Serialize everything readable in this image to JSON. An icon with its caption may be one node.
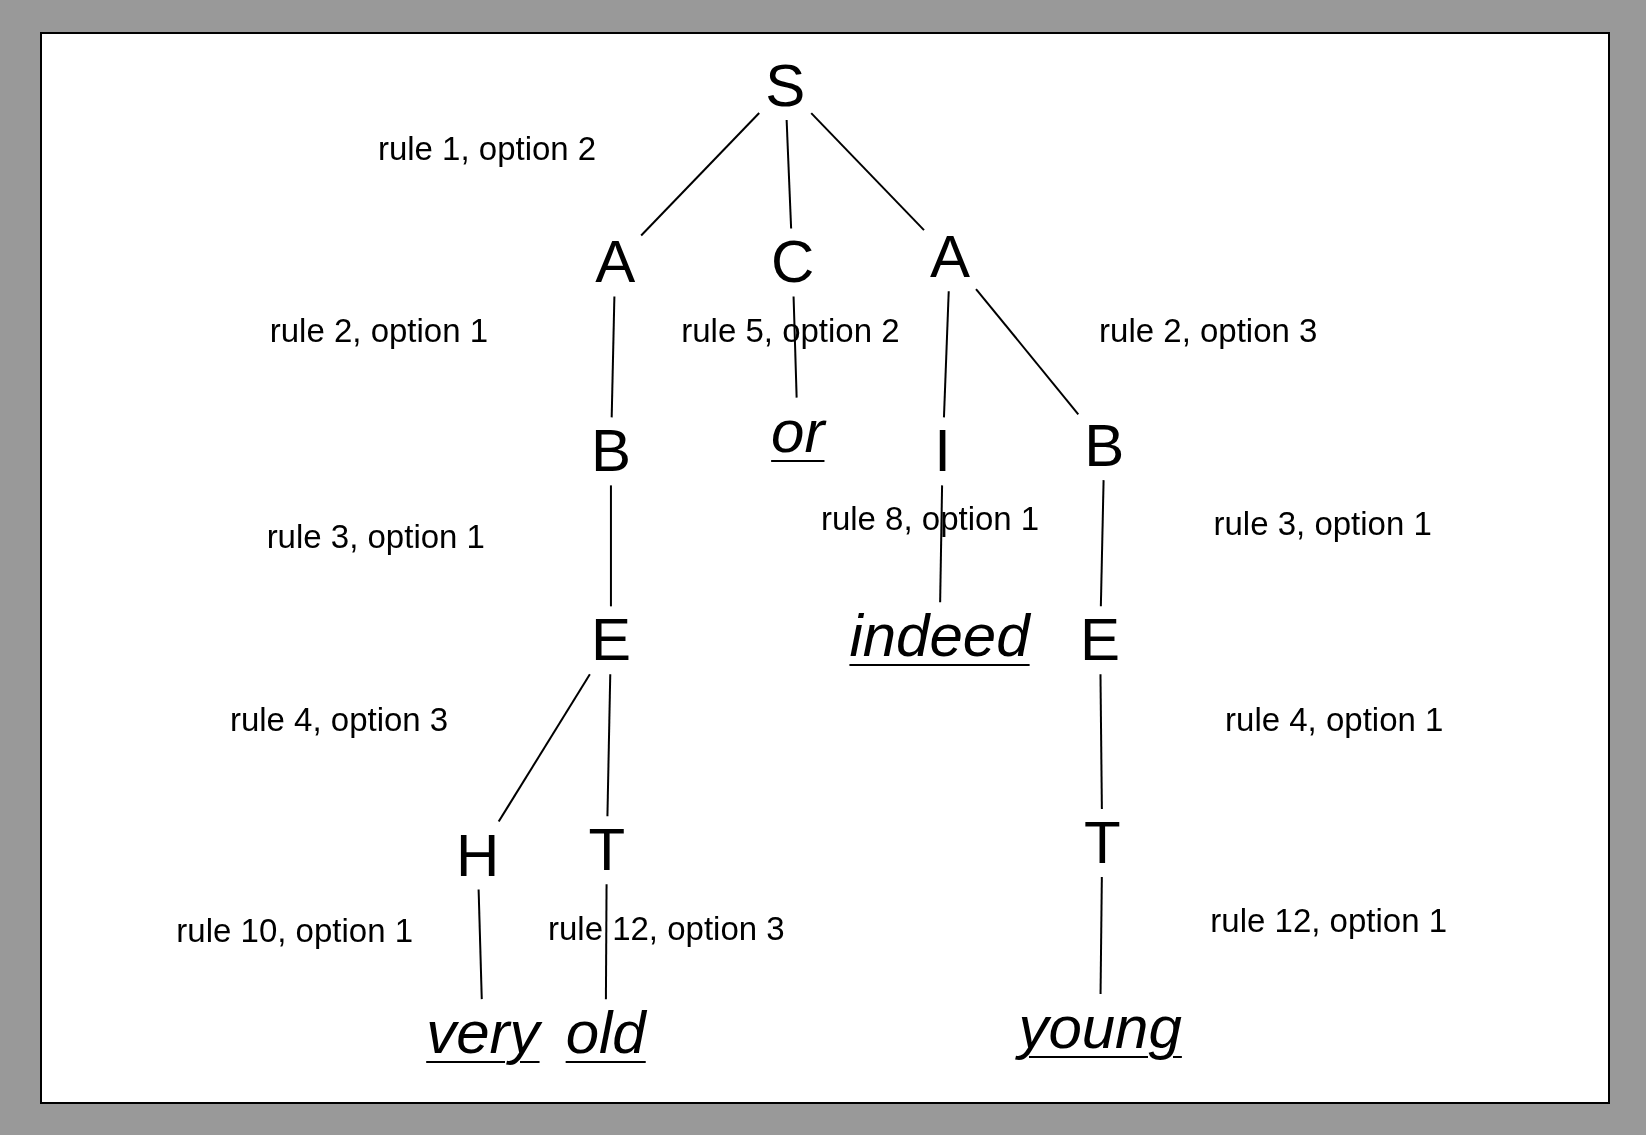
{
  "diagram": {
    "nodes": [
      {
        "text": [
          "S"
        ]
      },
      {
        "text": [
          "A"
        ]
      },
      {
        "text": [
          "C"
        ]
      },
      {
        "text": [
          "A"
        ]
      },
      {
        "text": [
          "B"
        ]
      },
      {
        "text": [
          "or"
        ]
      },
      {
        "text": [
          "I"
        ]
      },
      {
        "text": [
          "B"
        ]
      },
      {
        "text": [
          "E"
        ]
      },
      {
        "text": [
          "indeed"
        ]
      },
      {
        "text": [
          "E"
        ]
      },
      {
        "text": [
          "H"
        ]
      },
      {
        "text": [
          "T"
        ]
      },
      {
        "text": [
          "T"
        ]
      },
      {
        "text": [
          "very"
        ]
      },
      {
        "text": [
          "old"
        ]
      },
      {
        "text": [
          "young"
        ]
      }
    ],
    "edges": [
      {
        "from": 0,
        "to": 1,
        "arrow": "none"
      },
      {
        "from": 0,
        "to": 2,
        "arrow": "none"
      },
      {
        "from": 0,
        "to": 3,
        "arrow": "none"
      },
      {
        "from": 1,
        "to": 4,
        "arrow": "none"
      },
      {
        "from": 2,
        "to": 5,
        "arrow": "none"
      },
      {
        "from": 3,
        "to": 6,
        "arrow": "none"
      },
      {
        "from": 3,
        "to": 7,
        "arrow": "none"
      },
      {
        "from": 4,
        "to": 8,
        "arrow": "none"
      },
      {
        "from": 6,
        "to": 9,
        "arrow": "none"
      },
      {
        "from": 7,
        "to": 10,
        "arrow": "none"
      },
      {
        "from": 8,
        "to": 11,
        "arrow": "none"
      },
      {
        "from": 8,
        "to": 12,
        "arrow": "none"
      },
      {
        "from": 10,
        "to": 13,
        "arrow": "none"
      },
      {
        "from": 11,
        "to": 14,
        "arrow": "none"
      },
      {
        "from": 12,
        "to": 15,
        "arrow": "none"
      },
      {
        "from": 13,
        "to": 16,
        "arrow": "none"
      }
    ],
    "labels": [
      "rule 1, option 2",
      "rule 2, option 1",
      "rule 5, option 2",
      "rule 2, option 3",
      "rule 3, option 1",
      "rule 8, option 1",
      "rule 3, option 1",
      "rule 4, option 3",
      "rule 4, option 1",
      "rule 10, option 1",
      "rule 12, option 3",
      "rule 12, option 1"
    ]
  }
}
